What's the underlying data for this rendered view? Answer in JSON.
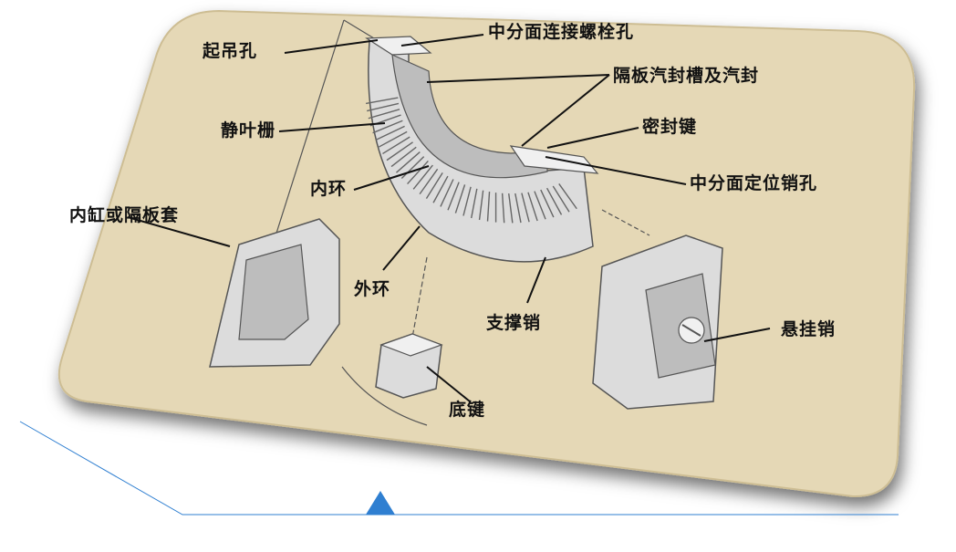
{
  "colors": {
    "card_fill": "#e5d8b6",
    "card_edge": "#cdbd93",
    "part_fill": "#dcdcdc",
    "part_stroke": "#555555",
    "leader": "#111111",
    "accent_line": "#2f7fd1"
  },
  "labels": {
    "lifting_hole": "起吊孔",
    "split_face_bolt_hole": "中分面连接螺栓孔",
    "diaphragm_gland_groove": "隔板汽封槽及汽封",
    "stator_blade_cascade": "静叶栅",
    "seal_key": "密封键",
    "inner_ring": "内环",
    "split_face_dowel_hole": "中分面定位销孔",
    "inner_casing_or_diaphragm_carrier": "内缸或隔板套",
    "outer_ring": "外环",
    "support_pin": "支撑销",
    "suspension_pin": "悬挂销",
    "bottom_key": "底键"
  }
}
